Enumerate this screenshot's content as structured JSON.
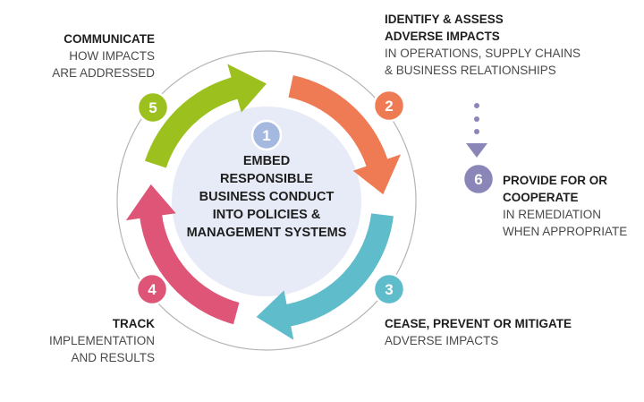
{
  "colors": {
    "step1": "#a4b8e0",
    "step2": "#ef7b55",
    "step3": "#5ebccb",
    "step4": "#de5577",
    "step5": "#9cc11f",
    "step6": "#8b86b8",
    "inner_circle": "#e7ebf7",
    "outer_ring": "#b5b5b5"
  },
  "steps": [
    {
      "number": "1",
      "title_lines": [
        "EMBED",
        "RESPONSIBLE",
        "BUSINESS CONDUCT",
        "INTO POLICIES &",
        "MANAGEMENT SYSTEMS"
      ]
    },
    {
      "number": "2",
      "title_lines": [
        "IDENTIFY & ASSESS",
        "ADVERSE IMPACTS"
      ],
      "subtitle_lines": [
        "IN OPERATIONS, SUPPLY CHAINS",
        "& BUSINESS RELATIONSHIPS"
      ]
    },
    {
      "number": "3",
      "title_lines": [
        "CEASE, PREVENT OR MITIGATE"
      ],
      "subtitle_lines": [
        "ADVERSE IMPACTS"
      ]
    },
    {
      "number": "4",
      "title_lines": [
        "TRACK"
      ],
      "subtitle_lines": [
        "IMPLEMENTATION",
        "AND RESULTS"
      ]
    },
    {
      "number": "5",
      "title_lines": [
        "COMMUNICATE"
      ],
      "subtitle_lines": [
        "HOW IMPACTS",
        "ARE ADDRESSED"
      ]
    },
    {
      "number": "6",
      "title_lines": [
        "PROVIDE FOR OR",
        "COOPERATE"
      ],
      "subtitle_lines": [
        "IN REMEDIATION",
        "WHEN APPROPRIATE"
      ]
    }
  ]
}
